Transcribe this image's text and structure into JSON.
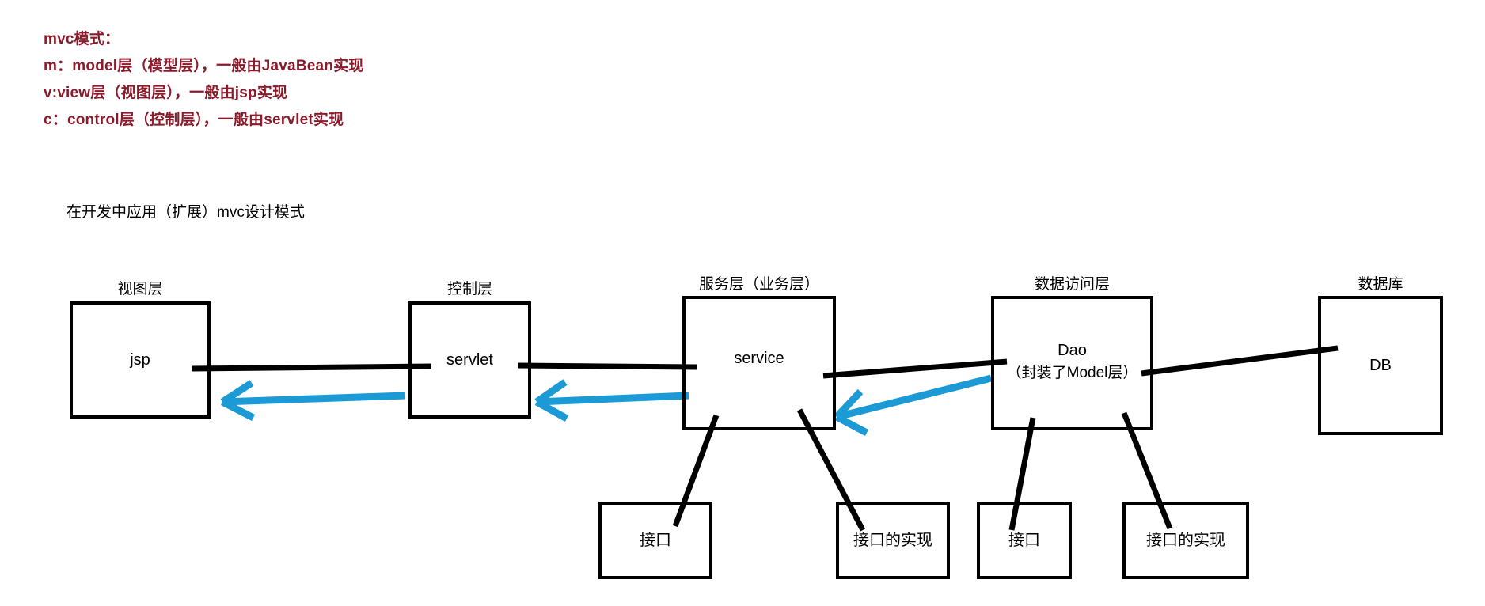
{
  "notes": {
    "lines": [
      "mvc模式：",
      "m：model层（模型层），一般由JavaBean实现",
      "v:view层（视图层），一般由jsp实现",
      "c：control层（控制层），一般由servlet实现"
    ],
    "color": "#8b1a2b"
  },
  "subtitle": "在开发中应用（扩展）mvc设计模式",
  "colors": {
    "stroke": "#000000",
    "arrow_blue": "#1b9ad6",
    "note_red": "#8b1a2b",
    "background": "#ffffff"
  },
  "diagram": {
    "layers": [
      {
        "caption": "视图层",
        "box": "jsp"
      },
      {
        "caption": "控制层",
        "box": "servlet"
      },
      {
        "caption": "服务层（业务层）",
        "box": "service"
      },
      {
        "caption": "数据访问层",
        "box": "Dao",
        "sub": "（封装了Model层）"
      },
      {
        "caption": "数据库",
        "box": "DB"
      }
    ],
    "sub_nodes": [
      {
        "label": "接口",
        "parent": "service"
      },
      {
        "label": "接口的实现",
        "parent": "service"
      },
      {
        "label": "接口",
        "parent": "Dao"
      },
      {
        "label": "接口的实现",
        "parent": "Dao"
      }
    ],
    "flows": {
      "forward_color": "#000000",
      "return_color": "#1b9ad6",
      "forward": [
        {
          "from": "jsp",
          "to": "servlet"
        },
        {
          "from": "servlet",
          "to": "service"
        },
        {
          "from": "service",
          "to": "Dao"
        },
        {
          "from": "Dao",
          "to": "DB"
        }
      ],
      "return": [
        {
          "from": "servlet",
          "to": "jsp"
        },
        {
          "from": "service",
          "to": "servlet"
        },
        {
          "from": "Dao",
          "to": "service"
        }
      ]
    }
  }
}
